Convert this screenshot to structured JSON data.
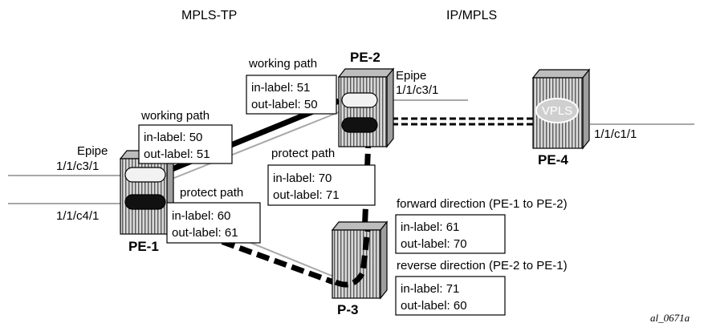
{
  "regions": {
    "left": "MPLS-TP",
    "right": "IP/MPLS"
  },
  "nodes": {
    "pe1": "PE-1",
    "pe2": "PE-2",
    "pe3": "P-3",
    "pe4": "PE-4"
  },
  "ports": {
    "pe1_epipe": "Epipe",
    "pe1_upper": "1/1/c3/1",
    "pe1_lower": "1/1/c4/1",
    "pe2_epipe": "Epipe",
    "pe2_port": "1/1/c3/1",
    "pe4_port": "1/1/c1/1",
    "vpls": "VPLS"
  },
  "boxes": {
    "pe2_working": {
      "title": "working path",
      "in": "in-label: 51",
      "out": "out-label: 50"
    },
    "pe1_working": {
      "title": "working path",
      "in": "in-label: 50",
      "out": "out-label: 51"
    },
    "pe2_protect": {
      "title": "protect path",
      "in": "in-label: 70",
      "out": "out-label: 71"
    },
    "pe1_protect": {
      "title": "protect path",
      "in": "in-label: 60",
      "out": "out-label: 61"
    },
    "p3_forward": {
      "title": "forward direction (PE-1 to PE-2)",
      "in": "in-label: 61",
      "out": "out-label: 70"
    },
    "p3_reverse": {
      "title": "reverse direction (PE-2 to PE-1)",
      "in": "in-label: 71",
      "out": "out-label: 60"
    }
  },
  "figure_id": "al_0671a"
}
